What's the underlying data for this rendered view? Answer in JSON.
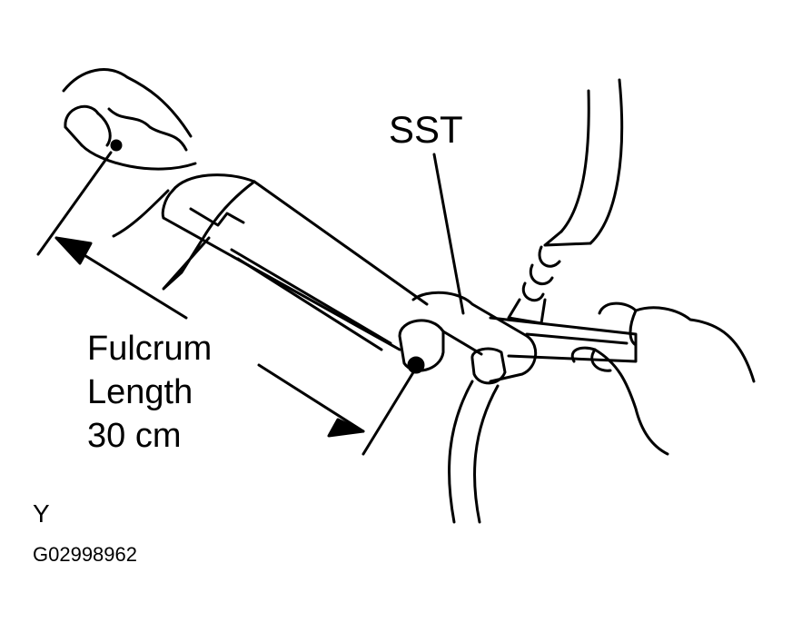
{
  "labels": {
    "tool": "SST",
    "fulcrum_line1": "Fulcrum",
    "fulcrum_line2": "Length",
    "fulcrum_line3": "30 cm",
    "view_letter": "Y",
    "figure_code": "G02998962"
  },
  "colors": {
    "ink": "#000000",
    "paper": "#ffffff"
  }
}
